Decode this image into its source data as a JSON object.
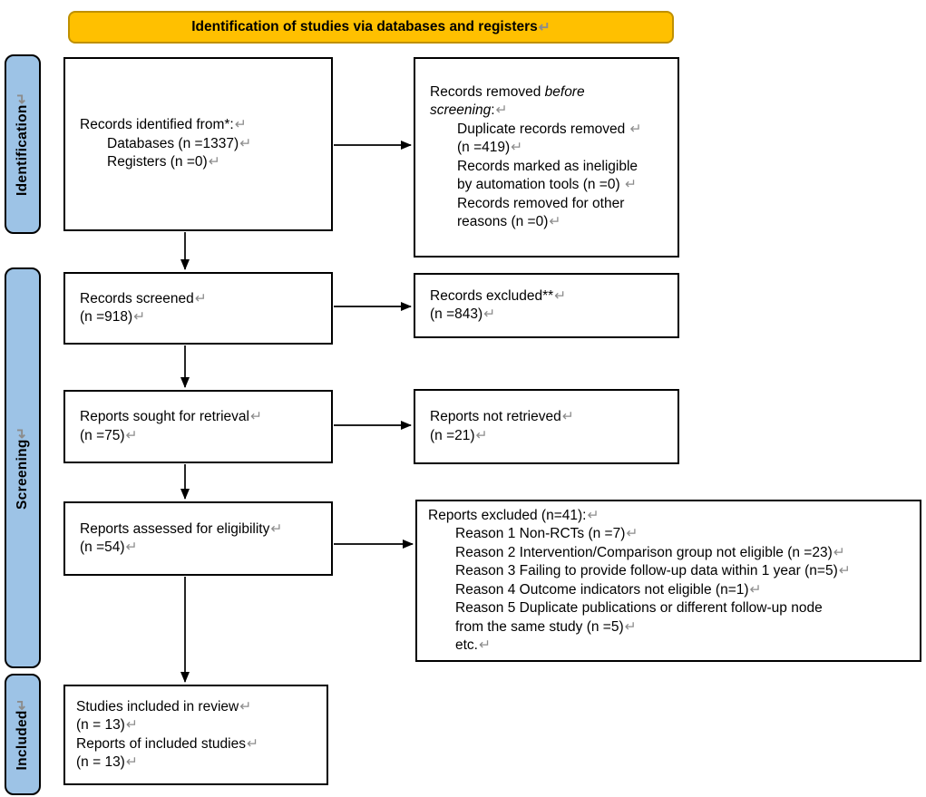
{
  "glyphs": {
    "return_mark": "↵"
  },
  "colors": {
    "banner_fill": "#FFC000",
    "banner_border": "#BF9000",
    "sidebar_fill": "#9DC3E6",
    "box_border": "#000000",
    "return_mark": "#8C8C8C"
  },
  "banner": {
    "title": "Identification of studies via databases and registers"
  },
  "sidebar": [
    {
      "label": "Identification"
    },
    {
      "label": "Screening"
    },
    {
      "label": "Included"
    }
  ],
  "boxes": {
    "records_identified": {
      "lines": [
        {
          "segs": [
            {
              "t": "Records identified from*:"
            }
          ],
          "ret": true
        },
        {
          "indent": 1,
          "segs": [
            {
              "t": "Databases (n =1337)"
            }
          ],
          "ret": true
        },
        {
          "indent": 1,
          "segs": [
            {
              "t": "Registers (n =0)"
            }
          ],
          "ret": true
        }
      ]
    },
    "records_removed": {
      "lines": [
        {
          "segs": [
            {
              "t": "Records removed "
            },
            {
              "t": "before",
              "i": true
            }
          ]
        },
        {
          "segs": [
            {
              "t": "screening",
              "i": true
            },
            {
              "t": ":"
            }
          ],
          "ret": true
        },
        {
          "indent": 1,
          "segs": [
            {
              "t": "Duplicate records removed "
            }
          ],
          "ret": true
        },
        {
          "indent": 1,
          "segs": [
            {
              "t": "(n =419)"
            }
          ],
          "ret": true
        },
        {
          "indent": 1,
          "segs": [
            {
              "t": "Records marked as ineligible"
            }
          ]
        },
        {
          "indent": 1,
          "segs": [
            {
              "t": "by automation tools (n =0) "
            }
          ],
          "ret": true
        },
        {
          "indent": 1,
          "segs": [
            {
              "t": "Records removed for other"
            }
          ]
        },
        {
          "indent": 1,
          "segs": [
            {
              "t": "reasons (n =0)"
            }
          ],
          "ret": true
        }
      ]
    },
    "records_screened": {
      "lines": [
        {
          "segs": [
            {
              "t": "Records screened"
            }
          ],
          "ret": true
        },
        {
          "segs": [
            {
              "t": "(n =918)"
            }
          ],
          "ret": true
        }
      ]
    },
    "records_excluded": {
      "lines": [
        {
          "segs": [
            {
              "t": "Records excluded**"
            }
          ],
          "ret": true
        },
        {
          "segs": [
            {
              "t": "(n =843)"
            }
          ],
          "ret": true
        }
      ]
    },
    "reports_sought": {
      "lines": [
        {
          "segs": [
            {
              "t": "Reports sought for retrieval"
            }
          ],
          "ret": true
        },
        {
          "segs": [
            {
              "t": "(n =75)"
            }
          ],
          "ret": true
        }
      ]
    },
    "reports_not_retrieved": {
      "lines": [
        {
          "segs": [
            {
              "t": "Reports not retrieved"
            }
          ],
          "ret": true
        },
        {
          "segs": [
            {
              "t": "(n =21)"
            }
          ],
          "ret": true
        }
      ]
    },
    "reports_assessed": {
      "lines": [
        {
          "segs": [
            {
              "t": "Reports assessed for eligibility"
            }
          ],
          "ret": true
        },
        {
          "segs": [
            {
              "t": "(n =54)"
            }
          ],
          "ret": true
        }
      ]
    },
    "reports_excluded": {
      "lines": [
        {
          "segs": [
            {
              "t": "Reports excluded (n=41):"
            }
          ],
          "ret": true
        },
        {
          "indent": 1,
          "segs": [
            {
              "t": "Reason 1 Non-RCTs (n =7)"
            }
          ],
          "ret": true
        },
        {
          "indent": 1,
          "segs": [
            {
              "t": "Reason 2 Intervention/Comparison group not eligible (n =23)"
            }
          ],
          "ret": true
        },
        {
          "indent": 1,
          "segs": [
            {
              "t": "Reason 3 Failing to provide follow-up data within 1 year (n=5)"
            }
          ],
          "ret": true
        },
        {
          "indent": 1,
          "segs": [
            {
              "t": "Reason 4 Outcome indicators not eligible (n=1)"
            }
          ],
          "ret": true
        },
        {
          "indent": 1,
          "segs": [
            {
              "t": "Reason 5 Duplicate publications or different follow-up node"
            }
          ]
        },
        {
          "indent": 1,
          "segs": [
            {
              "t": "from the same study (n =5)"
            }
          ],
          "ret": true
        },
        {
          "indent": 1,
          "segs": [
            {
              "t": "etc."
            }
          ],
          "ret": true
        }
      ]
    },
    "studies_included": {
      "lines": [
        {
          "segs": [
            {
              "t": "Studies included in review"
            }
          ],
          "ret": true
        },
        {
          "segs": [
            {
              "t": "(n = 13)"
            }
          ],
          "ret": true
        },
        {
          "segs": [
            {
              "t": "Reports of included studies"
            }
          ],
          "ret": true
        },
        {
          "segs": [
            {
              "t": "(n = 13)"
            }
          ],
          "ret": true
        }
      ]
    }
  }
}
